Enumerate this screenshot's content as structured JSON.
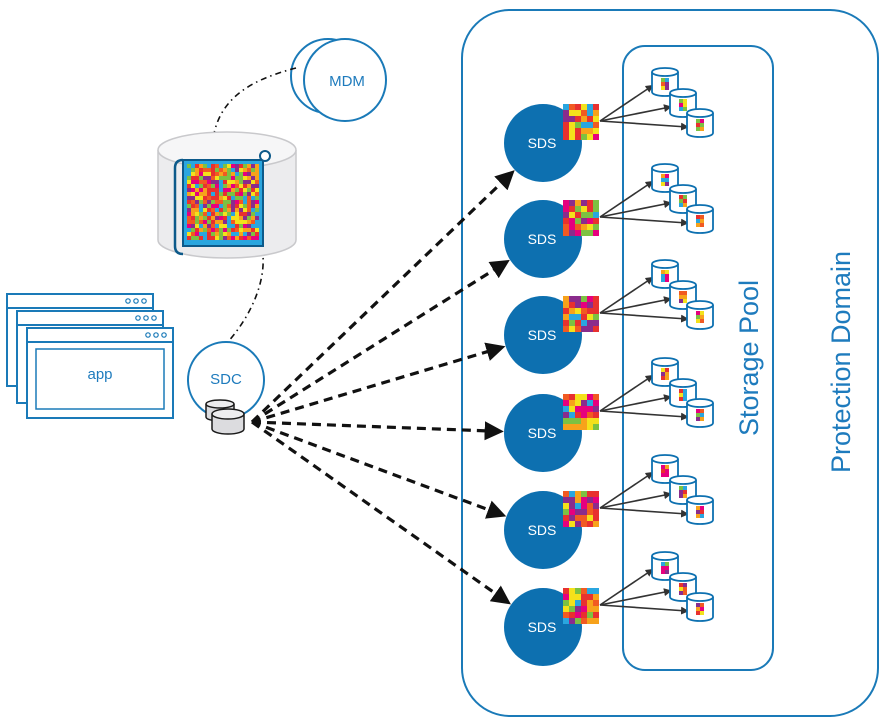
{
  "labels": {
    "mdm": "MDM",
    "sdc": "SDC",
    "app": "app",
    "sds": "SDS",
    "storage_pool": "Storage Pool",
    "protection_domain": "Protection Domain"
  },
  "sds_nodes": [
    {
      "label": "SDS"
    },
    {
      "label": "SDS"
    },
    {
      "label": "SDS"
    },
    {
      "label": "SDS"
    },
    {
      "label": "SDS"
    },
    {
      "label": "SDS"
    }
  ],
  "colors": {
    "accent_blue": "#1a7ab8",
    "node_fill": "#0d70b0",
    "node_text": "#ffffff",
    "label_text": "#1e7bbd",
    "outline": "#1a7ab8",
    "cylinder_gray": "#ececee",
    "arrow": "#111111",
    "disk_arrow": "#333333",
    "mosaic": [
      "#e8312f",
      "#f7a21b",
      "#f4e11b",
      "#7cc142",
      "#2aa6df",
      "#8a2c8c",
      "#e6007e",
      "#f15a22"
    ]
  },
  "icons": {
    "volume": "scroll-volume-icon",
    "disk": "cylinder-disk-icon",
    "chunks": "mosaic-chunks-icon",
    "window": "app-window-icon"
  }
}
